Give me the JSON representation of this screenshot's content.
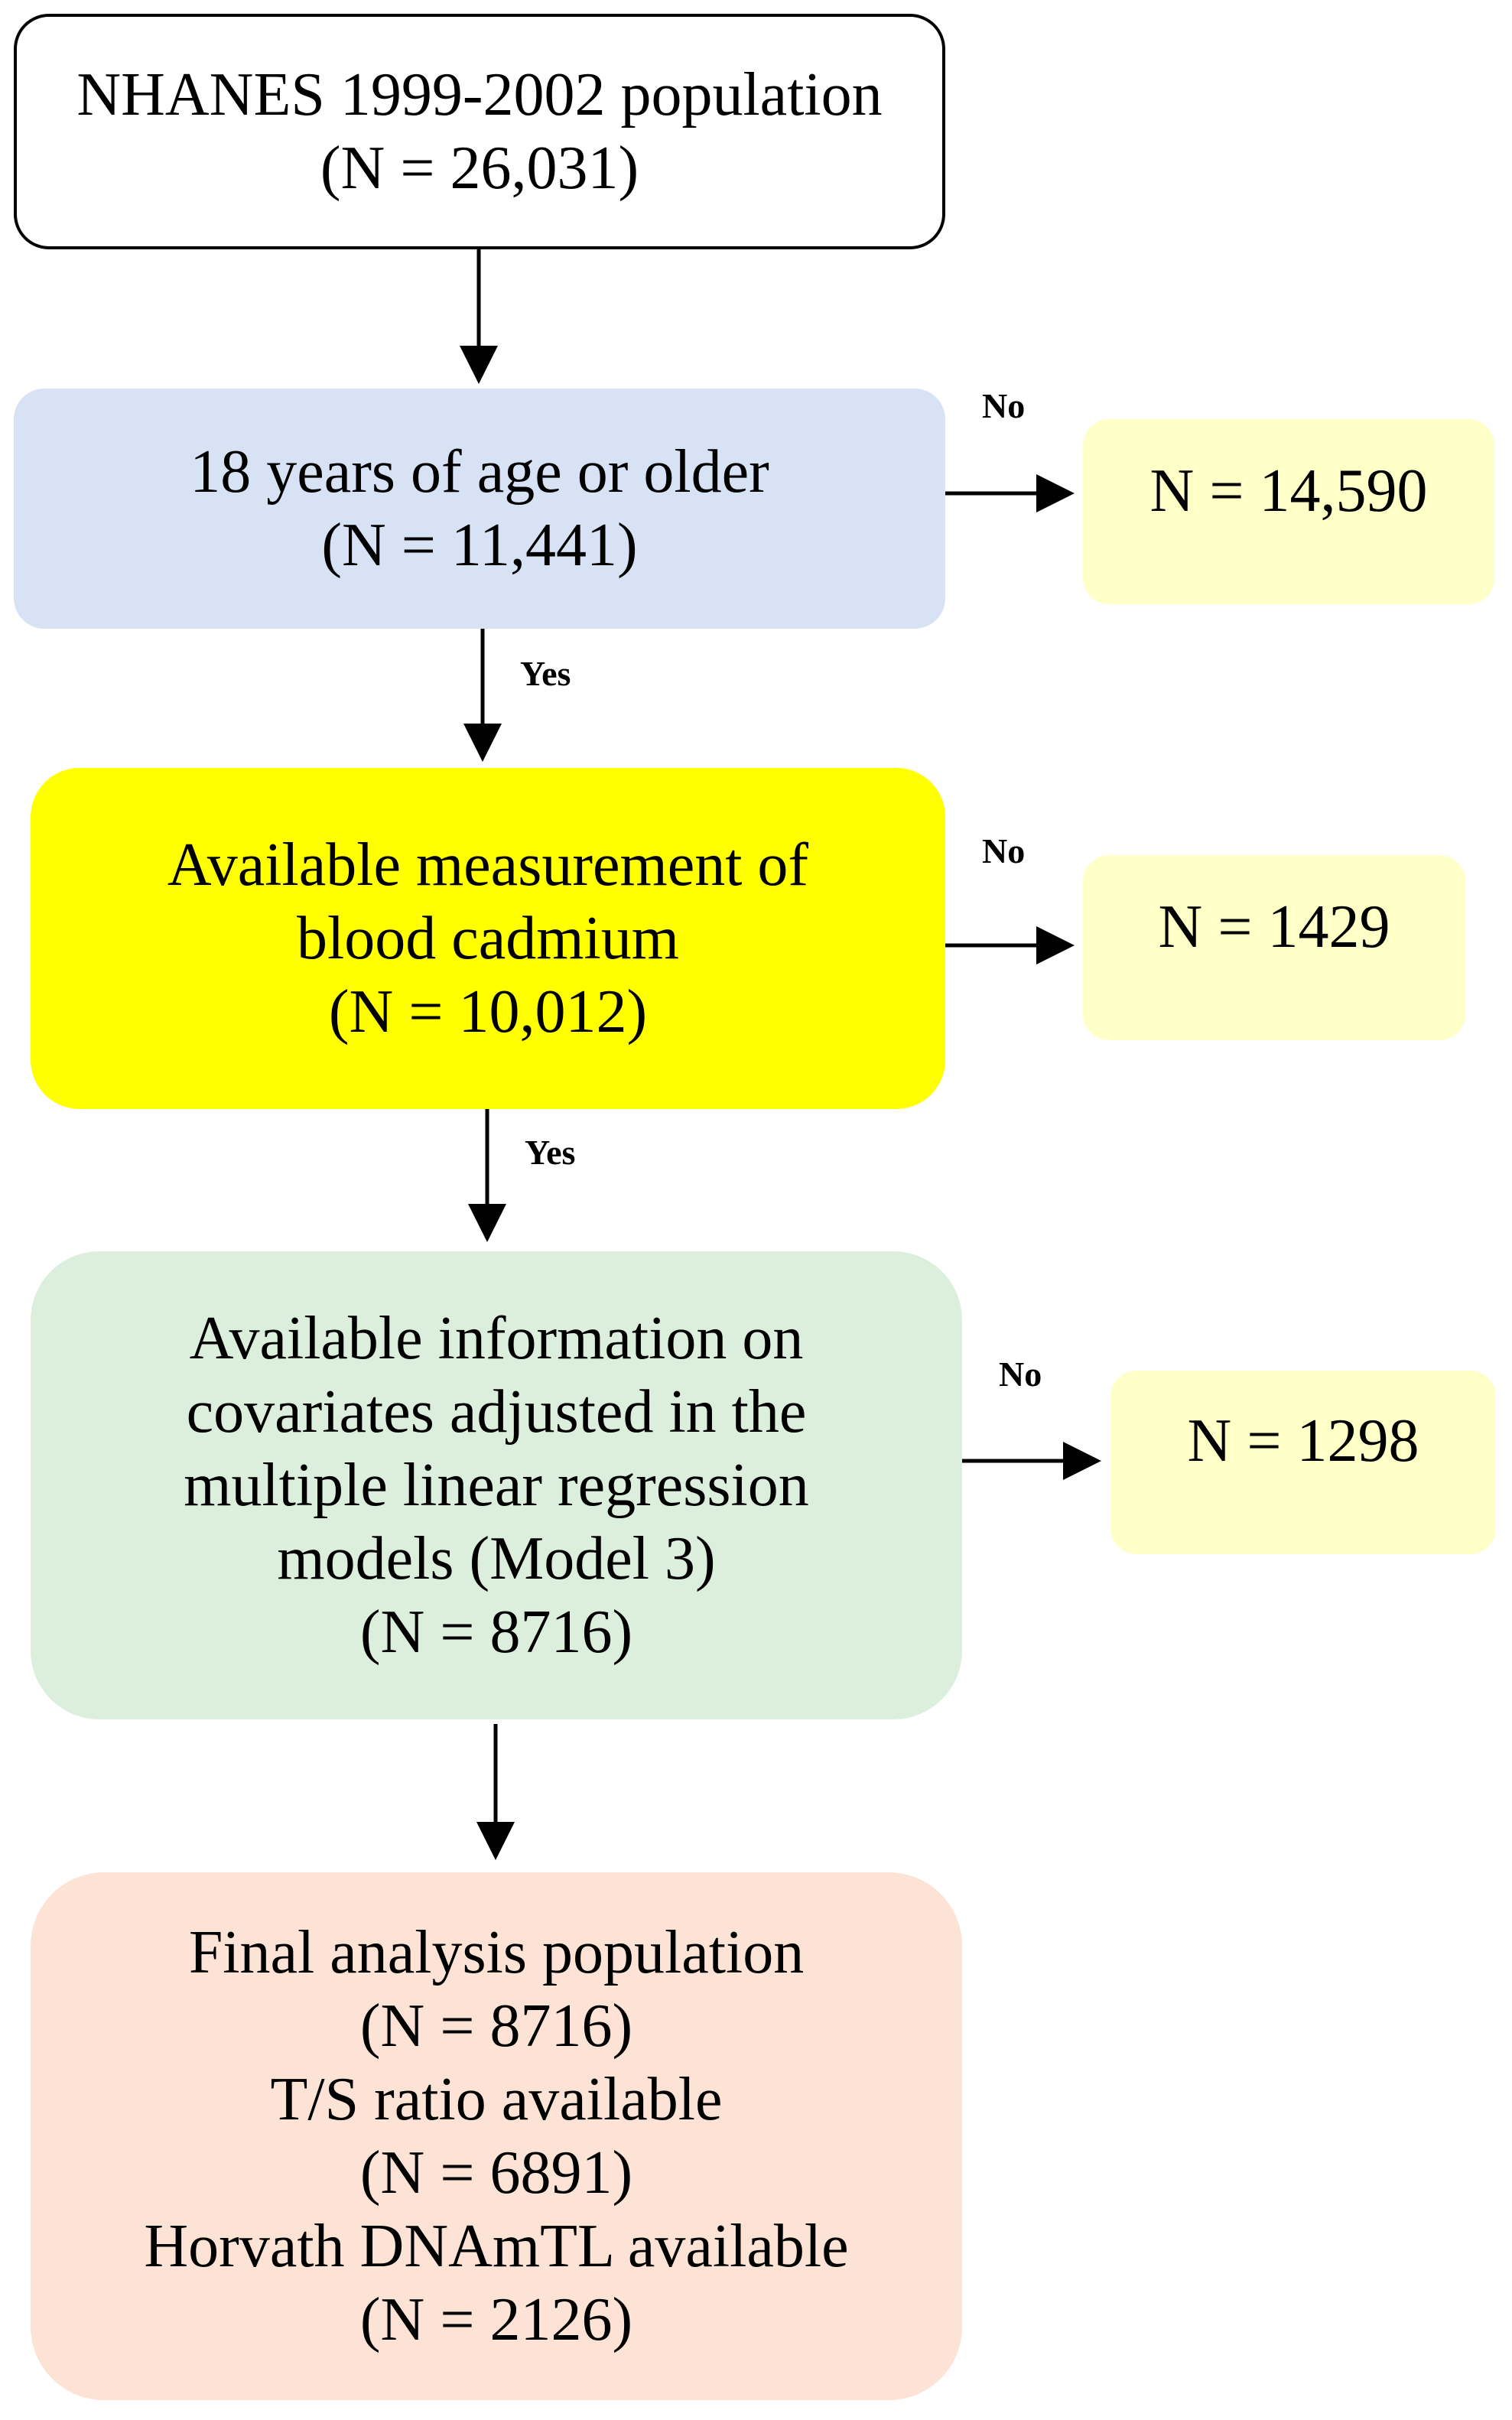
{
  "colors": {
    "start_box_fill": "#ffffff",
    "start_box_border": "#000000",
    "age_box_fill": "#d7e3f4",
    "cadmium_box_fill": "#ffff00",
    "covariates_box_fill": "#dcefdc",
    "final_box_fill": "#fce3d6",
    "excluded_box_fill": "#ffffc8",
    "arrow": "#000000"
  },
  "flow": {
    "start": {
      "lines": [
        "NHANES 1999-2002 population",
        "(N = 26,031)"
      ]
    },
    "age": {
      "lines": [
        "18 years of age or older",
        "(N = 11,441)"
      ]
    },
    "cadmium": {
      "lines": [
        "Available measurement of",
        "blood cadmium",
        "(N = 10,012)"
      ]
    },
    "covariates": {
      "lines": [
        "Available information on",
        "covariates adjusted in the",
        "multiple linear regression",
        "models (Model 3)",
        "(N = 8716)"
      ]
    },
    "final": {
      "lines": [
        "Final analysis population",
        "(N = 8716)",
        "T/S ratio available",
        "(N = 6891)",
        "Horvath DNAmTL available",
        "(N = 2126)"
      ]
    }
  },
  "excluded": {
    "age": "N = 14,590",
    "cadmium": "N = 1429",
    "covariates": "N = 1298"
  },
  "labels": {
    "no_1": "No",
    "no_2": "No",
    "no_3": "No",
    "yes_1": "Yes",
    "yes_2": "Yes"
  }
}
